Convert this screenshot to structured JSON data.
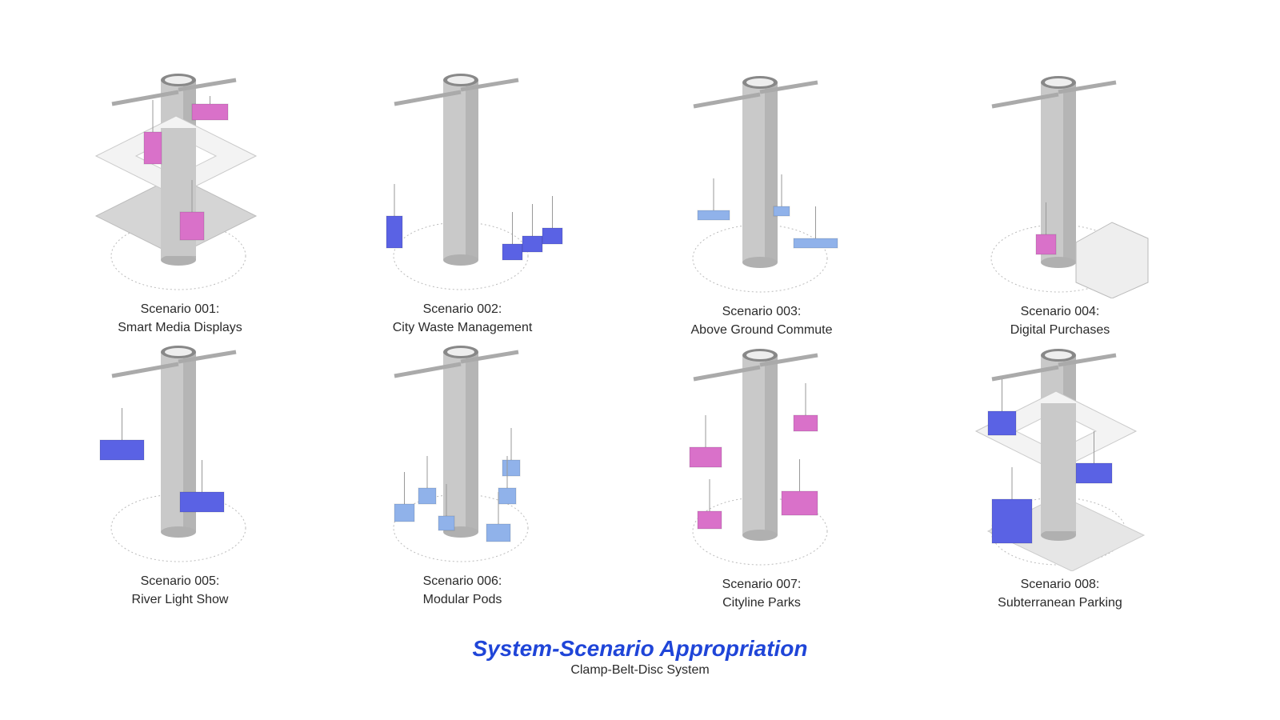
{
  "colors": {
    "title": "#1f45d8",
    "pink": "#d971c9",
    "blue": "#5a62e4",
    "lightblue": "#90b2ea",
    "tower": "#c9c9c9"
  },
  "scenarios": [
    {
      "label": "Scenario 001:",
      "name": "Smart Media Displays",
      "accent": "pink",
      "kind": "panels",
      "discs": 2
    },
    {
      "label": "Scenario 002:",
      "name": "City Waste Management",
      "accent": "blue",
      "kind": "bins",
      "discs": 0
    },
    {
      "label": "Scenario 003:",
      "name": "Above Ground Commute",
      "accent": "lightblue",
      "kind": "ramps",
      "discs": 0
    },
    {
      "label": "Scenario 004:",
      "name": "Digital Purchases",
      "accent": "pink",
      "kind": "kiosk",
      "discs": 0
    },
    {
      "label": "Scenario 005:",
      "name": "River Light Show",
      "accent": "blue",
      "kind": "rafts",
      "discs": 0
    },
    {
      "label": "Scenario 006:",
      "name": "Modular Pods",
      "accent": "lightblue",
      "kind": "pods",
      "discs": 0
    },
    {
      "label": "Scenario 007:",
      "name": "Cityline Parks",
      "accent": "pink",
      "kind": "planters",
      "discs": 0
    },
    {
      "label": "Scenario 008:",
      "name": "Subterranean Parking",
      "accent": "blue",
      "kind": "parking",
      "discs": 1
    }
  ],
  "footer": {
    "title": "System-Scenario Appropriation",
    "subtitle": "Clamp-Belt-Disc System"
  }
}
